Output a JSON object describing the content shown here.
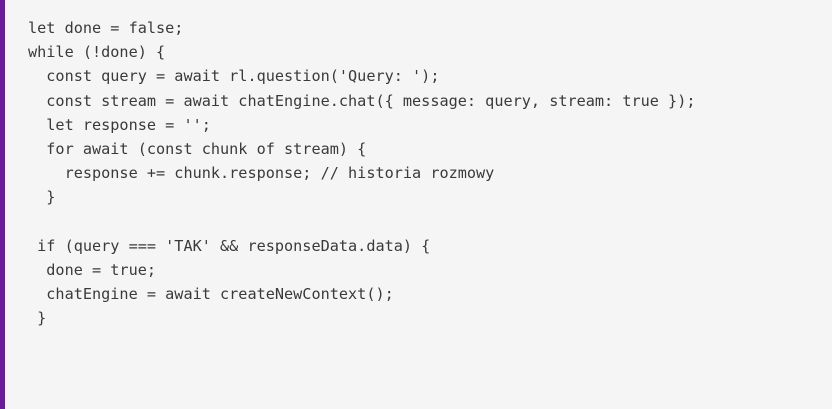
{
  "code_block": {
    "accent_color": "#6b1a99",
    "background": "#f5f5f5",
    "lines": [
      "let done = false;",
      "while (!done) {",
      "  const query = await rl.question('Query: ');",
      "  const stream = await chatEngine.chat({ message: query, stream: true });",
      "  let response = '';",
      "  for await (const chunk of stream) {",
      "    response += chunk.response; // historia rozmowy",
      "  }",
      "",
      " if (query === 'TAK' && responseData.data) {",
      "  done = true;",
      "  chatEngine = await createNewContext();",
      " }"
    ]
  }
}
